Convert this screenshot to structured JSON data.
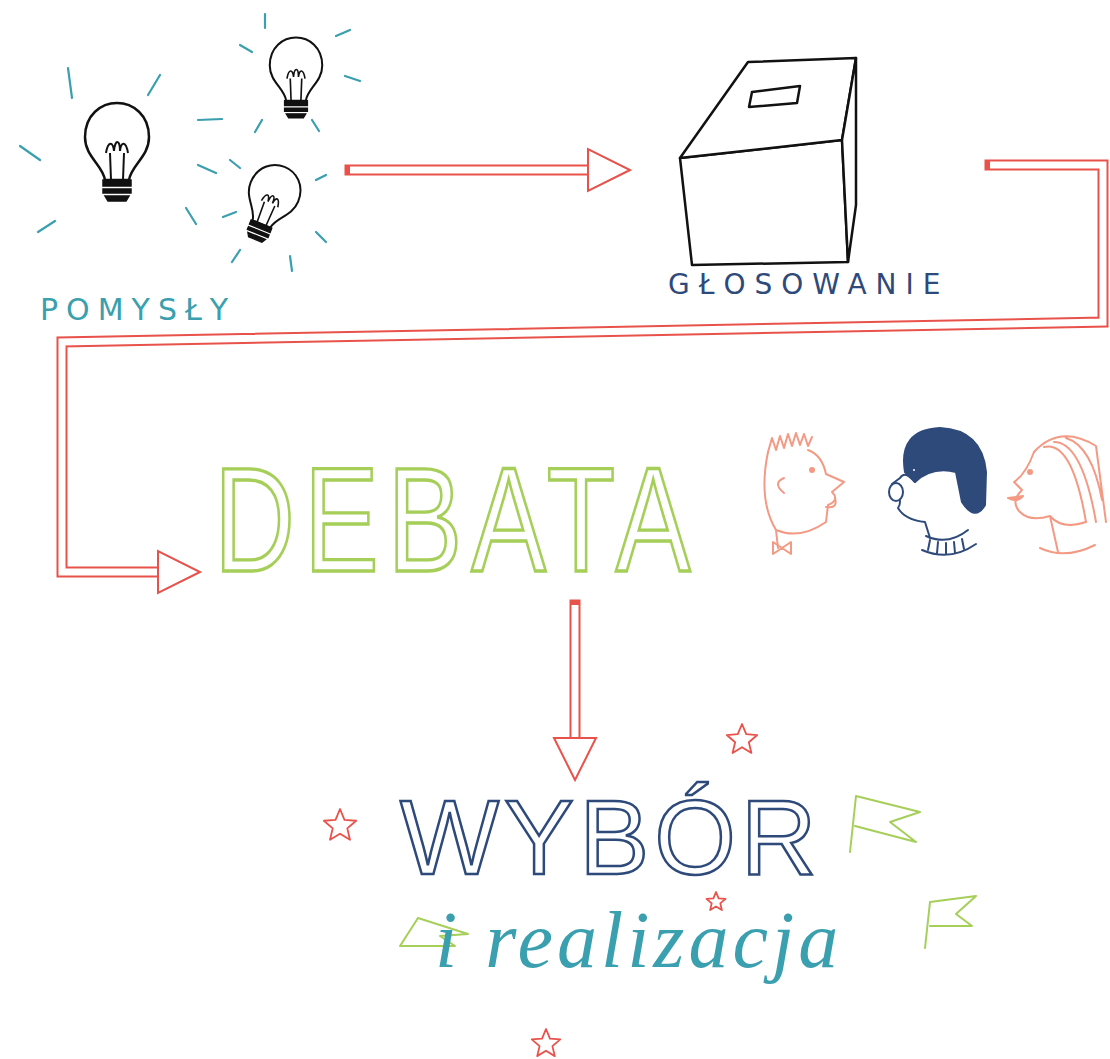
{
  "diagram": {
    "nodes": [
      {
        "text": [
          "POMYSŁY"
        ]
      },
      {
        "text": [
          "GŁOSOWANIE"
        ]
      },
      {
        "text": [
          "DEBATA"
        ]
      },
      {
        "text": [
          "WYBÓR",
          "i realizacja"
        ]
      }
    ],
    "edges": [
      {
        "from": 0,
        "to": 1,
        "arrow": "to"
      },
      {
        "from": 1,
        "to": 2,
        "arrow": "to"
      },
      {
        "from": 2,
        "to": 3,
        "arrow": "to"
      }
    ]
  }
}
